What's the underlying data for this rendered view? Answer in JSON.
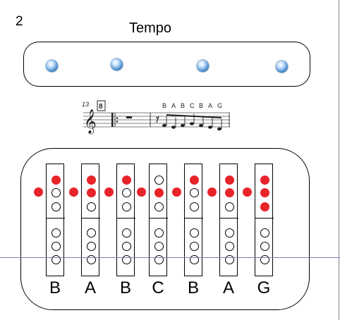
{
  "slide": {
    "number": "2"
  },
  "tempo": {
    "label": "Tempo",
    "dot_icon": "blue-orb-icon",
    "beat_count": 4
  },
  "score": {
    "measure_number": "13",
    "key_box": "8",
    "note_letters": [
      "B",
      "A",
      "B",
      "C",
      "B",
      "A",
      "G"
    ]
  },
  "fingerings": [
    {
      "note": "B",
      "thumb": true,
      "holes": [
        true,
        false,
        false,
        false,
        false,
        false
      ]
    },
    {
      "note": "A",
      "thumb": true,
      "holes": [
        true,
        true,
        false,
        false,
        false,
        false
      ]
    },
    {
      "note": "B",
      "thumb": true,
      "holes": [
        true,
        false,
        false,
        false,
        false,
        false
      ]
    },
    {
      "note": "C",
      "thumb": true,
      "holes": [
        false,
        true,
        false,
        false,
        false,
        false
      ]
    },
    {
      "note": "B",
      "thumb": true,
      "holes": [
        true,
        false,
        false,
        false,
        false,
        false
      ]
    },
    {
      "note": "A",
      "thumb": true,
      "holes": [
        true,
        true,
        false,
        false,
        false,
        false
      ]
    },
    {
      "note": "G",
      "thumb": true,
      "holes": [
        true,
        true,
        true,
        false,
        false,
        false
      ]
    }
  ],
  "colors": {
    "closed_hole": "#e8242b",
    "open_hole": "#ffffff",
    "outline": "#000000"
  }
}
